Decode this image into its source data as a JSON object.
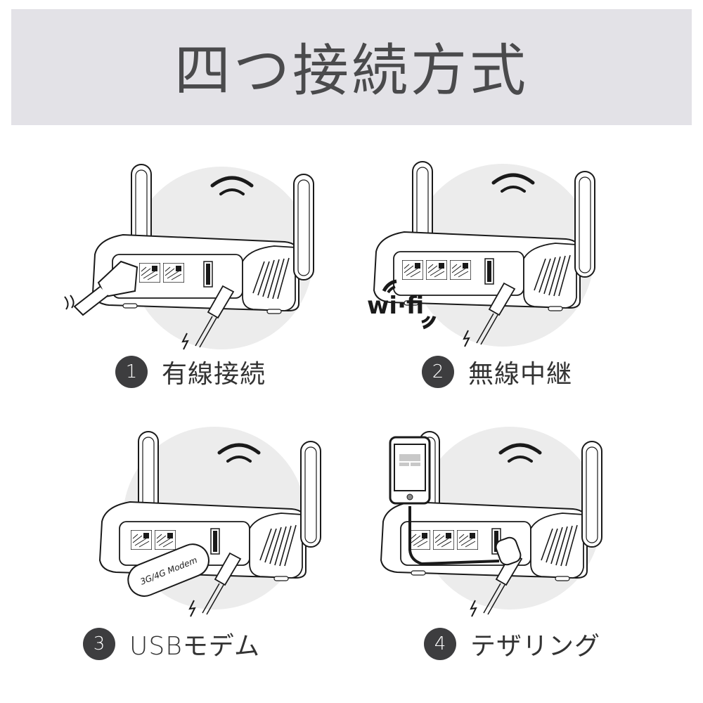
{
  "header": {
    "title": "四つ接続方式",
    "background": "#e3e2e7"
  },
  "methods": [
    {
      "number": "1",
      "label": "有線接続",
      "illustration": "router-with-ethernet-cable"
    },
    {
      "number": "2",
      "label": "無線中継",
      "illustration": "router-with-wifi-logo",
      "badge_text": "wi·fi"
    },
    {
      "number": "3",
      "label": "USBモデム",
      "illustration": "router-with-usb-modem",
      "device_text": "3G/4G Modem"
    },
    {
      "number": "4",
      "label": "テザリング",
      "illustration": "router-with-smartphone-tethered"
    }
  ],
  "colors": {
    "circle_bg": "#ececec",
    "number_badge": "#3d3d3f",
    "line": "#1a1a1a"
  }
}
